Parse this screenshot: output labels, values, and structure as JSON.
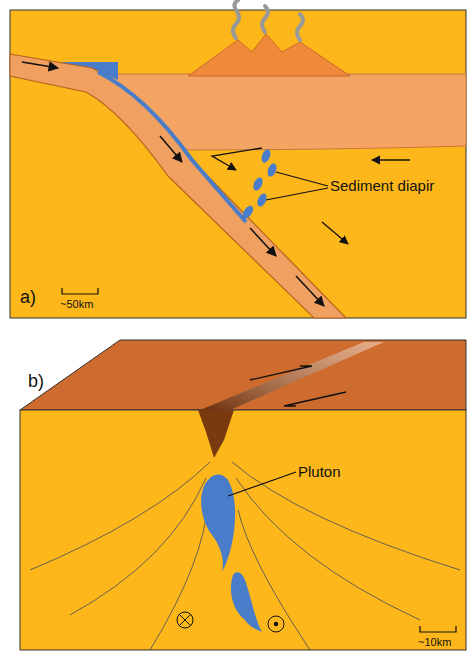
{
  "diagram": {
    "labels": [
      "Sediment diapir",
      "a)",
      "~50km",
      "Pluton",
      "b)",
      "~10km"
    ]
  }
}
